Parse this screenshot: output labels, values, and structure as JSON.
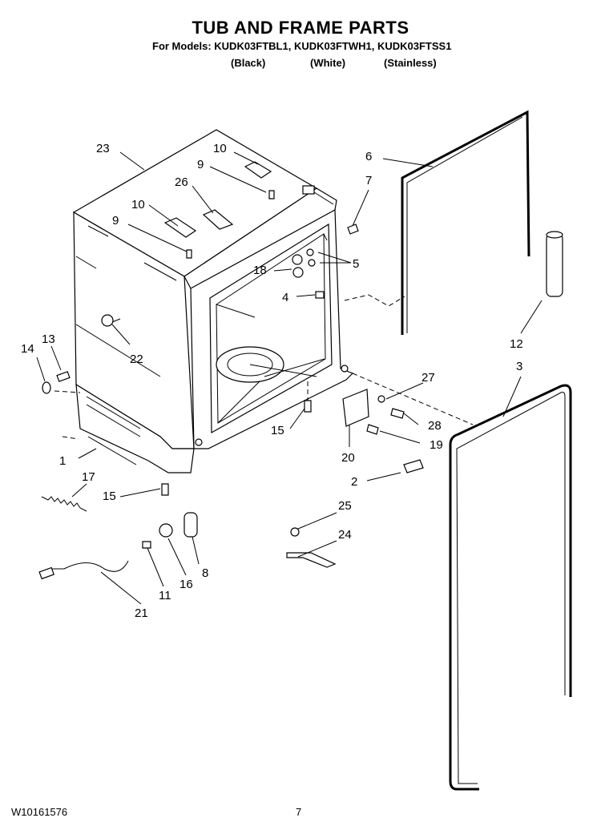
{
  "header": {
    "title": "TUB AND FRAME PARTS",
    "models": "For Models: KUDK03FTBL1, KUDK03FTWH1, KUDK03FTSS1",
    "variants": [
      "(Black)",
      "(White)",
      "(Stainless)"
    ]
  },
  "callouts": {
    "c1": "1",
    "c2": "2",
    "c3": "3",
    "c4": "4",
    "c5": "5",
    "c6": "6",
    "c7": "7",
    "c8": "8",
    "c9a": "9",
    "c9b": "9",
    "c10a": "10",
    "c10b": "10",
    "c11": "11",
    "c12": "12",
    "c13": "13",
    "c14": "14",
    "c15a": "15",
    "c15b": "15",
    "c16": "16",
    "c17": "17",
    "c18": "18",
    "c19": "19",
    "c20": "20",
    "c21": "21",
    "c22": "22",
    "c23": "23",
    "c24": "24",
    "c25": "25",
    "c26": "26",
    "c27": "27",
    "c28": "28"
  },
  "footer": {
    "doc_number": "W10161576",
    "page_number": "7"
  }
}
